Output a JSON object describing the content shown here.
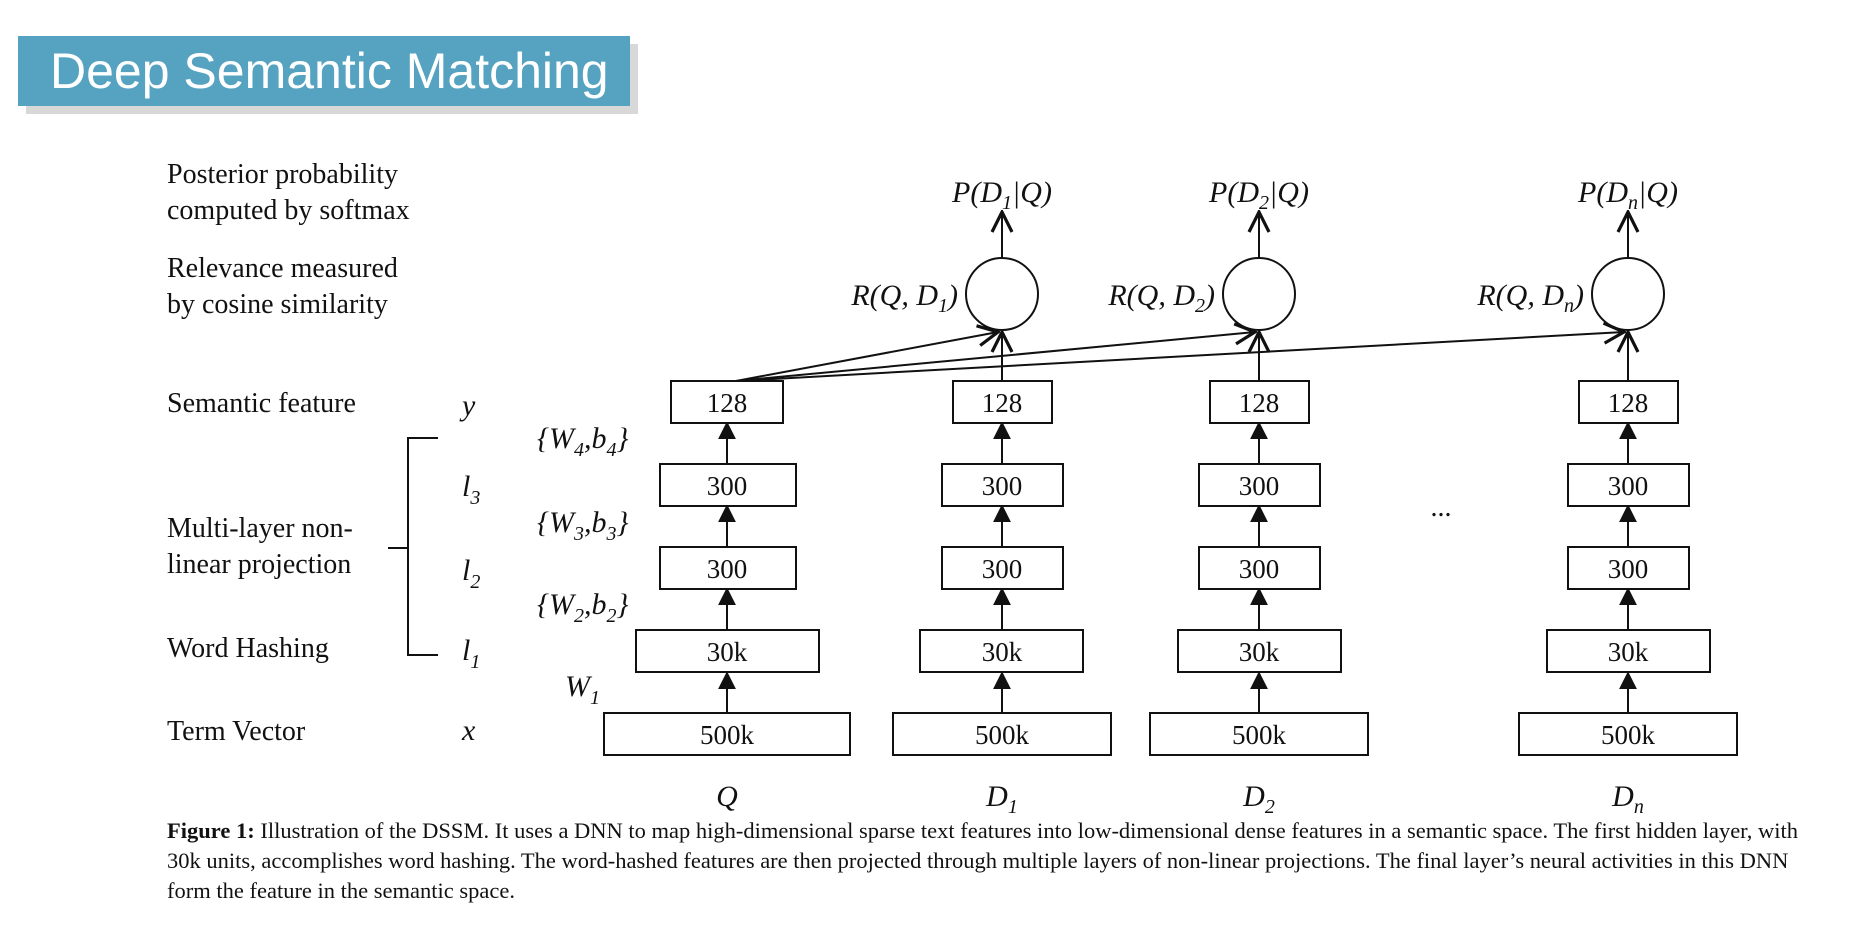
{
  "title": "Deep Semantic Matching",
  "row_labels": {
    "posterior_line1": "Posterior probability",
    "posterior_line2": "computed by softmax",
    "relevance_line1": "Relevance measured",
    "relevance_line2": "by cosine similarity",
    "semantic": "Semantic feature",
    "multilayer_line1": "Multi-layer non-",
    "multilayer_line2": "linear projection",
    "hashing": "Word Hashing",
    "term": "Term Vector"
  },
  "layer_symbols": {
    "y": "y",
    "l3": "l",
    "l3_sub": "3",
    "l2": "l",
    "l2_sub": "2",
    "l1": "l",
    "l1_sub": "1",
    "x": "x"
  },
  "weights": {
    "w4": "{W",
    "w4_sub": "4",
    "w4_mid": ",b",
    "w4_sub2": "4",
    "w4_end": "}",
    "w3": "{W",
    "w3_sub": "3",
    "w3_mid": ",b",
    "w3_sub2": "3",
    "w3_end": "}",
    "w2": "{W",
    "w2_sub": "2",
    "w2_mid": ",b",
    "w2_sub2": "2",
    "w2_end": "}",
    "w1": "W",
    "w1_sub": "1"
  },
  "box_values": {
    "semantic": "128",
    "l3": "300",
    "l2": "300",
    "l1": "30k",
    "input": "500k"
  },
  "columns": {
    "q": {
      "label": "Q",
      "sub": ""
    },
    "d1": {
      "label": "D",
      "sub": "1",
      "prob_pre": "P(D",
      "prob_sub": "1",
      "prob_post": "|Q)",
      "rel_pre": "R(Q, D",
      "rel_sub": "1",
      "rel_post": ")"
    },
    "d2": {
      "label": "D",
      "sub": "2",
      "prob_pre": "P(D",
      "prob_sub": "2",
      "prob_post": "|Q)",
      "rel_pre": "R(Q, D",
      "rel_sub": "2",
      "rel_post": ")"
    },
    "dn": {
      "label": "D",
      "sub": "n",
      "prob_pre": "P(D",
      "prob_sub": "n",
      "prob_post": "|Q)",
      "rel_pre": "R(Q, D",
      "rel_sub": "n",
      "rel_post": ")"
    }
  },
  "ellipsis": "...",
  "caption": {
    "bold": "Figure 1:",
    "text": " Illustration of the DSSM. It uses a DNN to map high-dimensional sparse text features into low-dimensional dense features in a semantic space. The first hidden layer, with 30k units, accomplishes word hashing. The word-hashed features are then projected through multiple layers of non-linear projections. The final layer’s neural activities in this DNN form the feature in the semantic space."
  }
}
